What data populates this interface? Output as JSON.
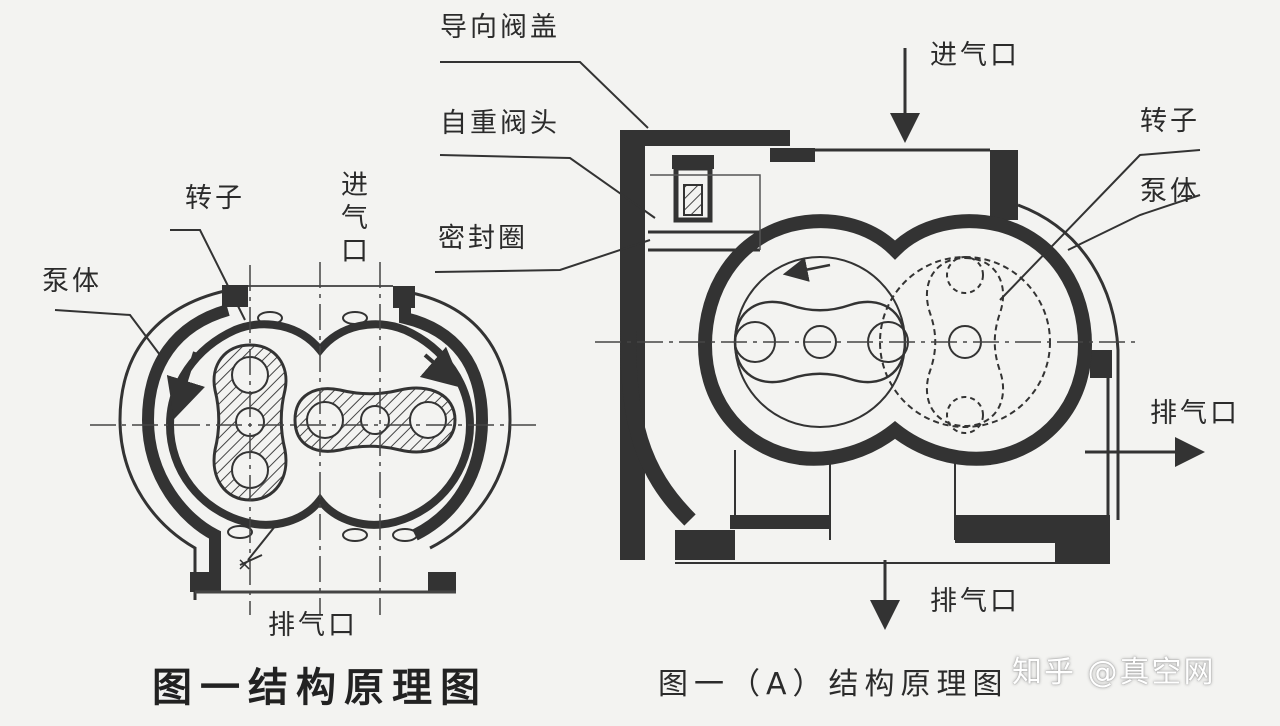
{
  "left_figure": {
    "labels": {
      "rotor": "转子",
      "pump_body": "泵体",
      "inlet": "进气口",
      "outlet": "排气口"
    },
    "caption": "图一结构原理图"
  },
  "right_figure": {
    "labels": {
      "guide_valve_cover": "导向阀盖",
      "gravity_valve_head": "自重阀头",
      "seal_ring": "密封圈",
      "inlet": "进气口",
      "rotor": "转子",
      "pump_body": "泵体",
      "exhaust_side": "排气口",
      "exhaust_bottom": "排气口"
    },
    "caption": "图一（A）结构原理图"
  },
  "watermark": "知乎 @真空网",
  "colors": {
    "background": "#f3f3f1",
    "ink": "#2b2b2b",
    "wall": "#3a3a3a"
  }
}
